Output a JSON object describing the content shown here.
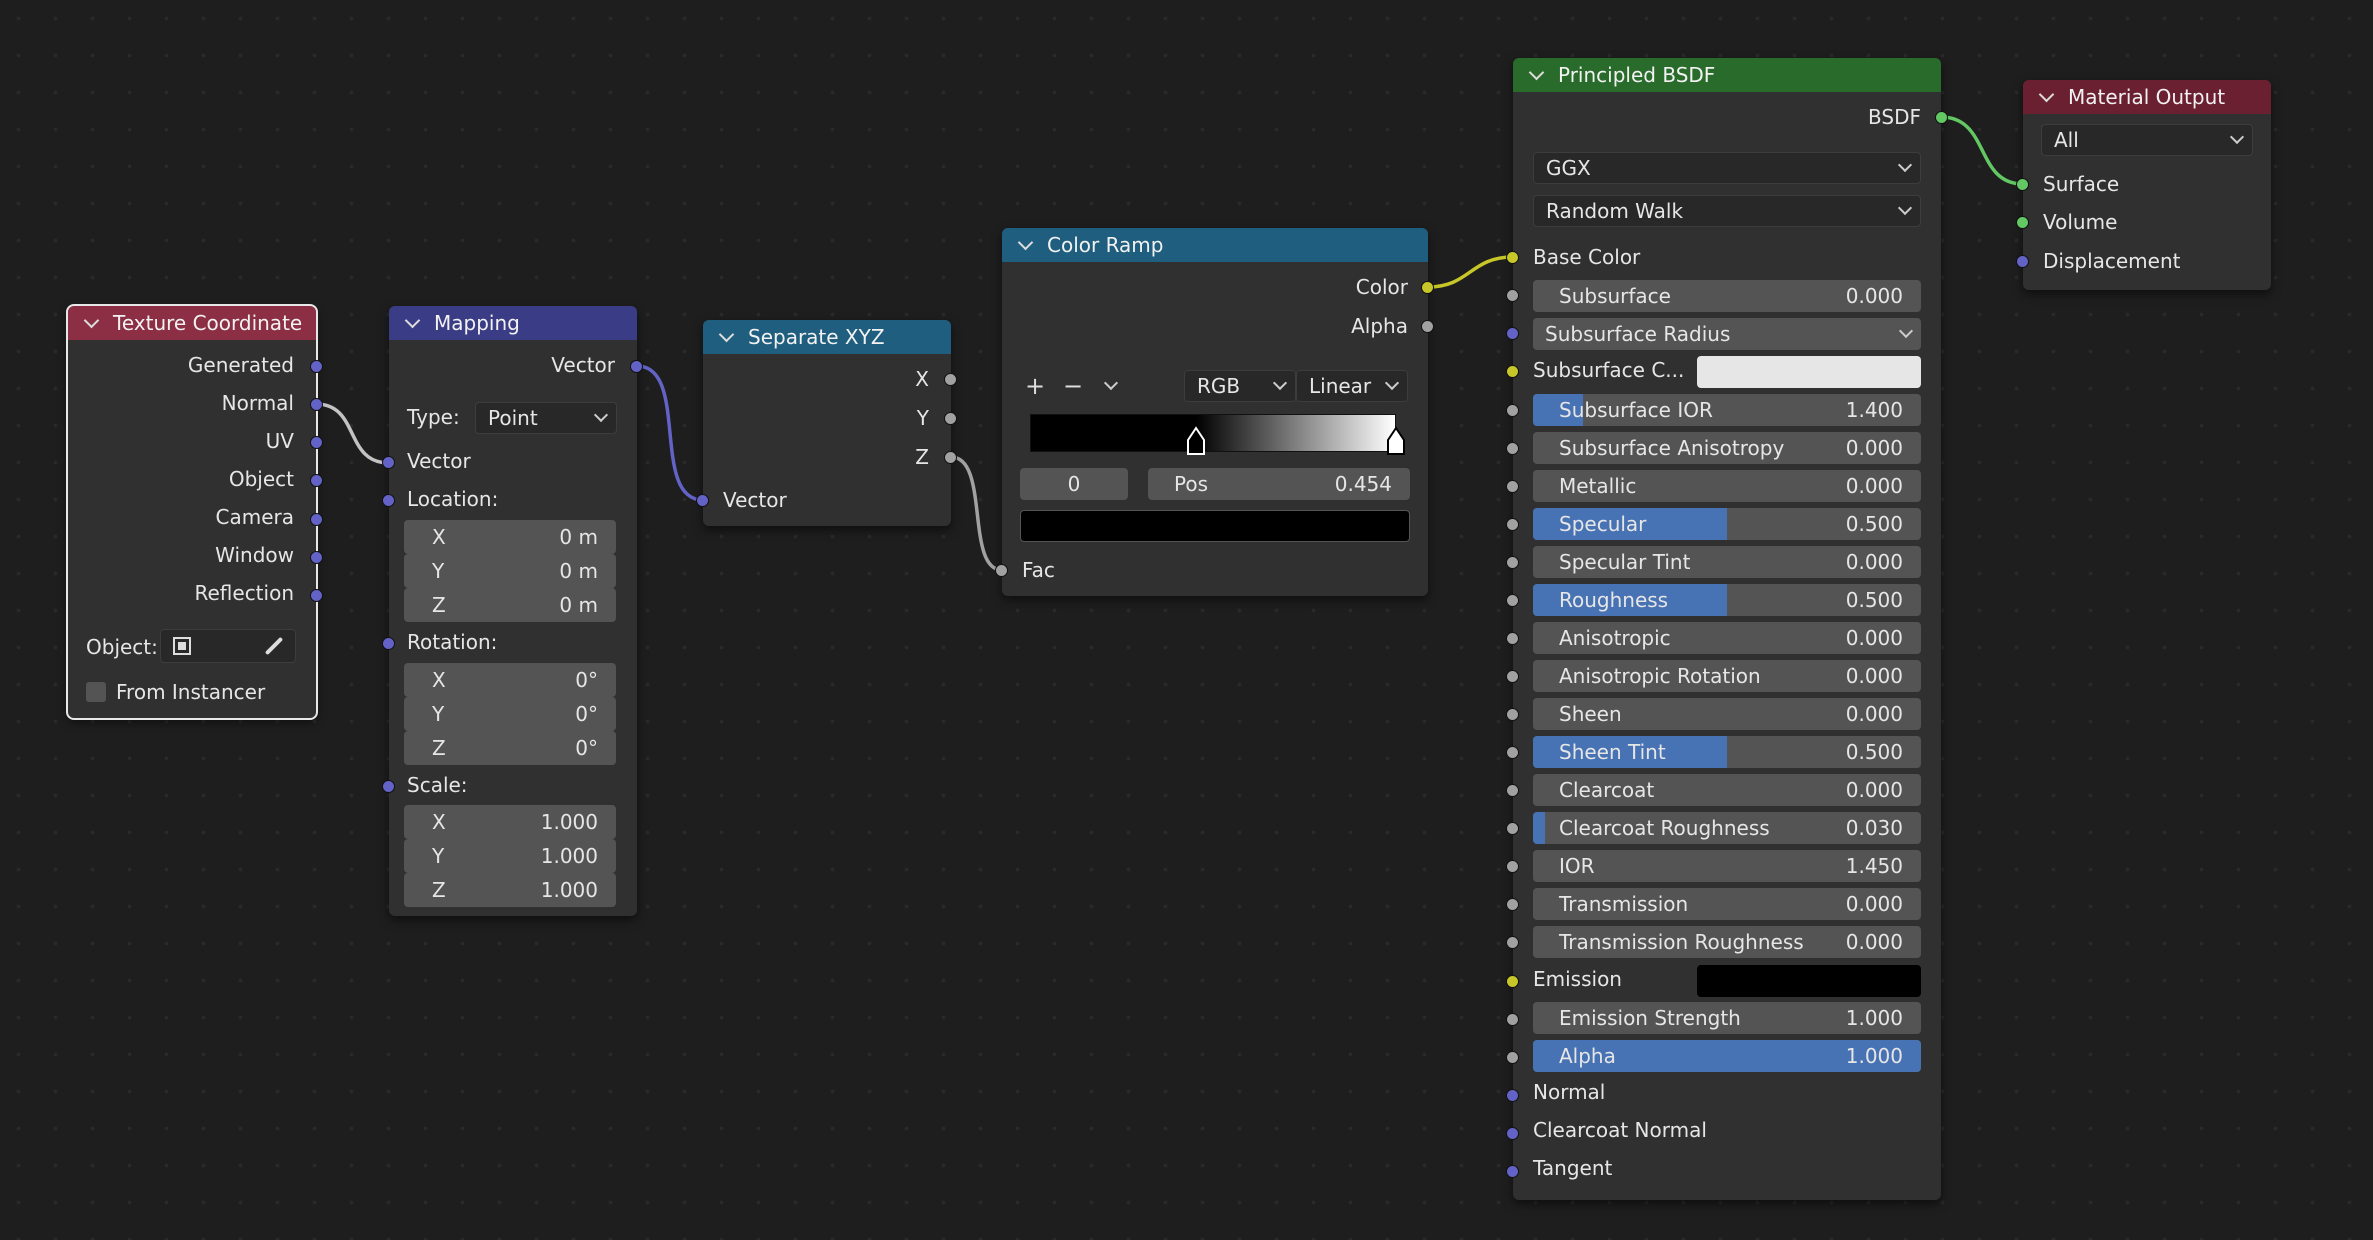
{
  "colors": {
    "background": "#1e1e1e",
    "node_body": "#303030",
    "field": "#545454",
    "fill_accent": "#4772b3",
    "socket_vector": "#6363c7",
    "socket_float": "#a1a1a1",
    "socket_color": "#c7c729",
    "socket_shader": "#63c763",
    "header_texture_coordinate": "#8c2f44",
    "header_mapping": "#3b3c86",
    "header_converter": "#1f5e7e",
    "header_shader": "#296b2b",
    "header_output": "#6b2032"
  },
  "texture_coordinate": {
    "title": "Texture Coordinate",
    "outputs": [
      "Generated",
      "Normal",
      "UV",
      "Object",
      "Camera",
      "Window",
      "Reflection"
    ],
    "object_label": "Object:",
    "object_icon": "object-icon",
    "eyedropper_icon": "eyedropper-icon",
    "from_instancer": "From Instancer",
    "from_instancer_checked": false
  },
  "mapping": {
    "title": "Mapping",
    "output": "Vector",
    "type_label": "Type:",
    "type_value": "Point",
    "input_vector": "Vector",
    "location": {
      "label": "Location:",
      "x_label": "X",
      "x": "0 m",
      "y_label": "Y",
      "y": "0 m",
      "z_label": "Z",
      "z": "0 m"
    },
    "rotation": {
      "label": "Rotation:",
      "x_label": "X",
      "x": "0°",
      "y_label": "Y",
      "y": "0°",
      "z_label": "Z",
      "z": "0°"
    },
    "scale": {
      "label": "Scale:",
      "x_label": "X",
      "x": "1.000",
      "y_label": "Y",
      "y": "1.000",
      "z_label": "Z",
      "z": "1.000"
    }
  },
  "separate_xyz": {
    "title": "Separate XYZ",
    "outputs": [
      "X",
      "Y",
      "Z"
    ],
    "input": "Vector"
  },
  "color_ramp": {
    "title": "Color Ramp",
    "outputs": [
      "Color",
      "Alpha"
    ],
    "add_icon": "+",
    "remove_icon": "−",
    "color_mode": "RGB",
    "interpolation": "Linear",
    "stop_index": "0",
    "pos_label": "Pos",
    "pos_value": "0.454",
    "stops": [
      0.454,
      1.0
    ],
    "stop_colors": [
      "#000000",
      "#ffffff"
    ],
    "selected_color": "#000000",
    "input": "Fac"
  },
  "principled_bsdf": {
    "title": "Principled BSDF",
    "output": "BSDF",
    "distribution": "GGX",
    "subsurface_method": "Random Walk",
    "base_color_label": "Base Color",
    "subsurface": {
      "label": "Subsurface",
      "value": "0.000",
      "fill": 0.0
    },
    "subsurface_radius": "Subsurface Radius",
    "subsurface_color": {
      "label": "Subsurface C...",
      "color": "#e6e6e6"
    },
    "params": [
      {
        "label": "Subsurface IOR",
        "value": "1.400",
        "fill": 0.13
      },
      {
        "label": "Subsurface Anisotropy",
        "value": "0.000",
        "fill": 0
      },
      {
        "label": "Metallic",
        "value": "0.000",
        "fill": 0
      },
      {
        "label": "Specular",
        "value": "0.500",
        "fill": 0.5
      },
      {
        "label": "Specular Tint",
        "value": "0.000",
        "fill": 0
      },
      {
        "label": "Roughness",
        "value": "0.500",
        "fill": 0.5
      },
      {
        "label": "Anisotropic",
        "value": "0.000",
        "fill": 0
      },
      {
        "label": "Anisotropic Rotation",
        "value": "0.000",
        "fill": 0
      },
      {
        "label": "Sheen",
        "value": "0.000",
        "fill": 0
      },
      {
        "label": "Sheen Tint",
        "value": "0.500",
        "fill": 0.5
      },
      {
        "label": "Clearcoat",
        "value": "0.000",
        "fill": 0
      },
      {
        "label": "Clearcoat Roughness",
        "value": "0.030",
        "fill": 0.03
      },
      {
        "label": "IOR",
        "value": "1.450",
        "fill": 0
      },
      {
        "label": "Transmission",
        "value": "0.000",
        "fill": 0
      },
      {
        "label": "Transmission Roughness",
        "value": "0.000",
        "fill": 0
      }
    ],
    "emission": {
      "label": "Emission",
      "color": "#000000"
    },
    "emission_strength": {
      "label": "Emission Strength",
      "value": "1.000",
      "fill": 0
    },
    "alpha": {
      "label": "Alpha",
      "value": "1.000",
      "fill": 1.0
    },
    "vector_inputs": [
      "Normal",
      "Clearcoat Normal",
      "Tangent"
    ]
  },
  "material_output": {
    "title": "Material Output",
    "target": "All",
    "inputs": [
      "Surface",
      "Volume",
      "Displacement"
    ]
  }
}
